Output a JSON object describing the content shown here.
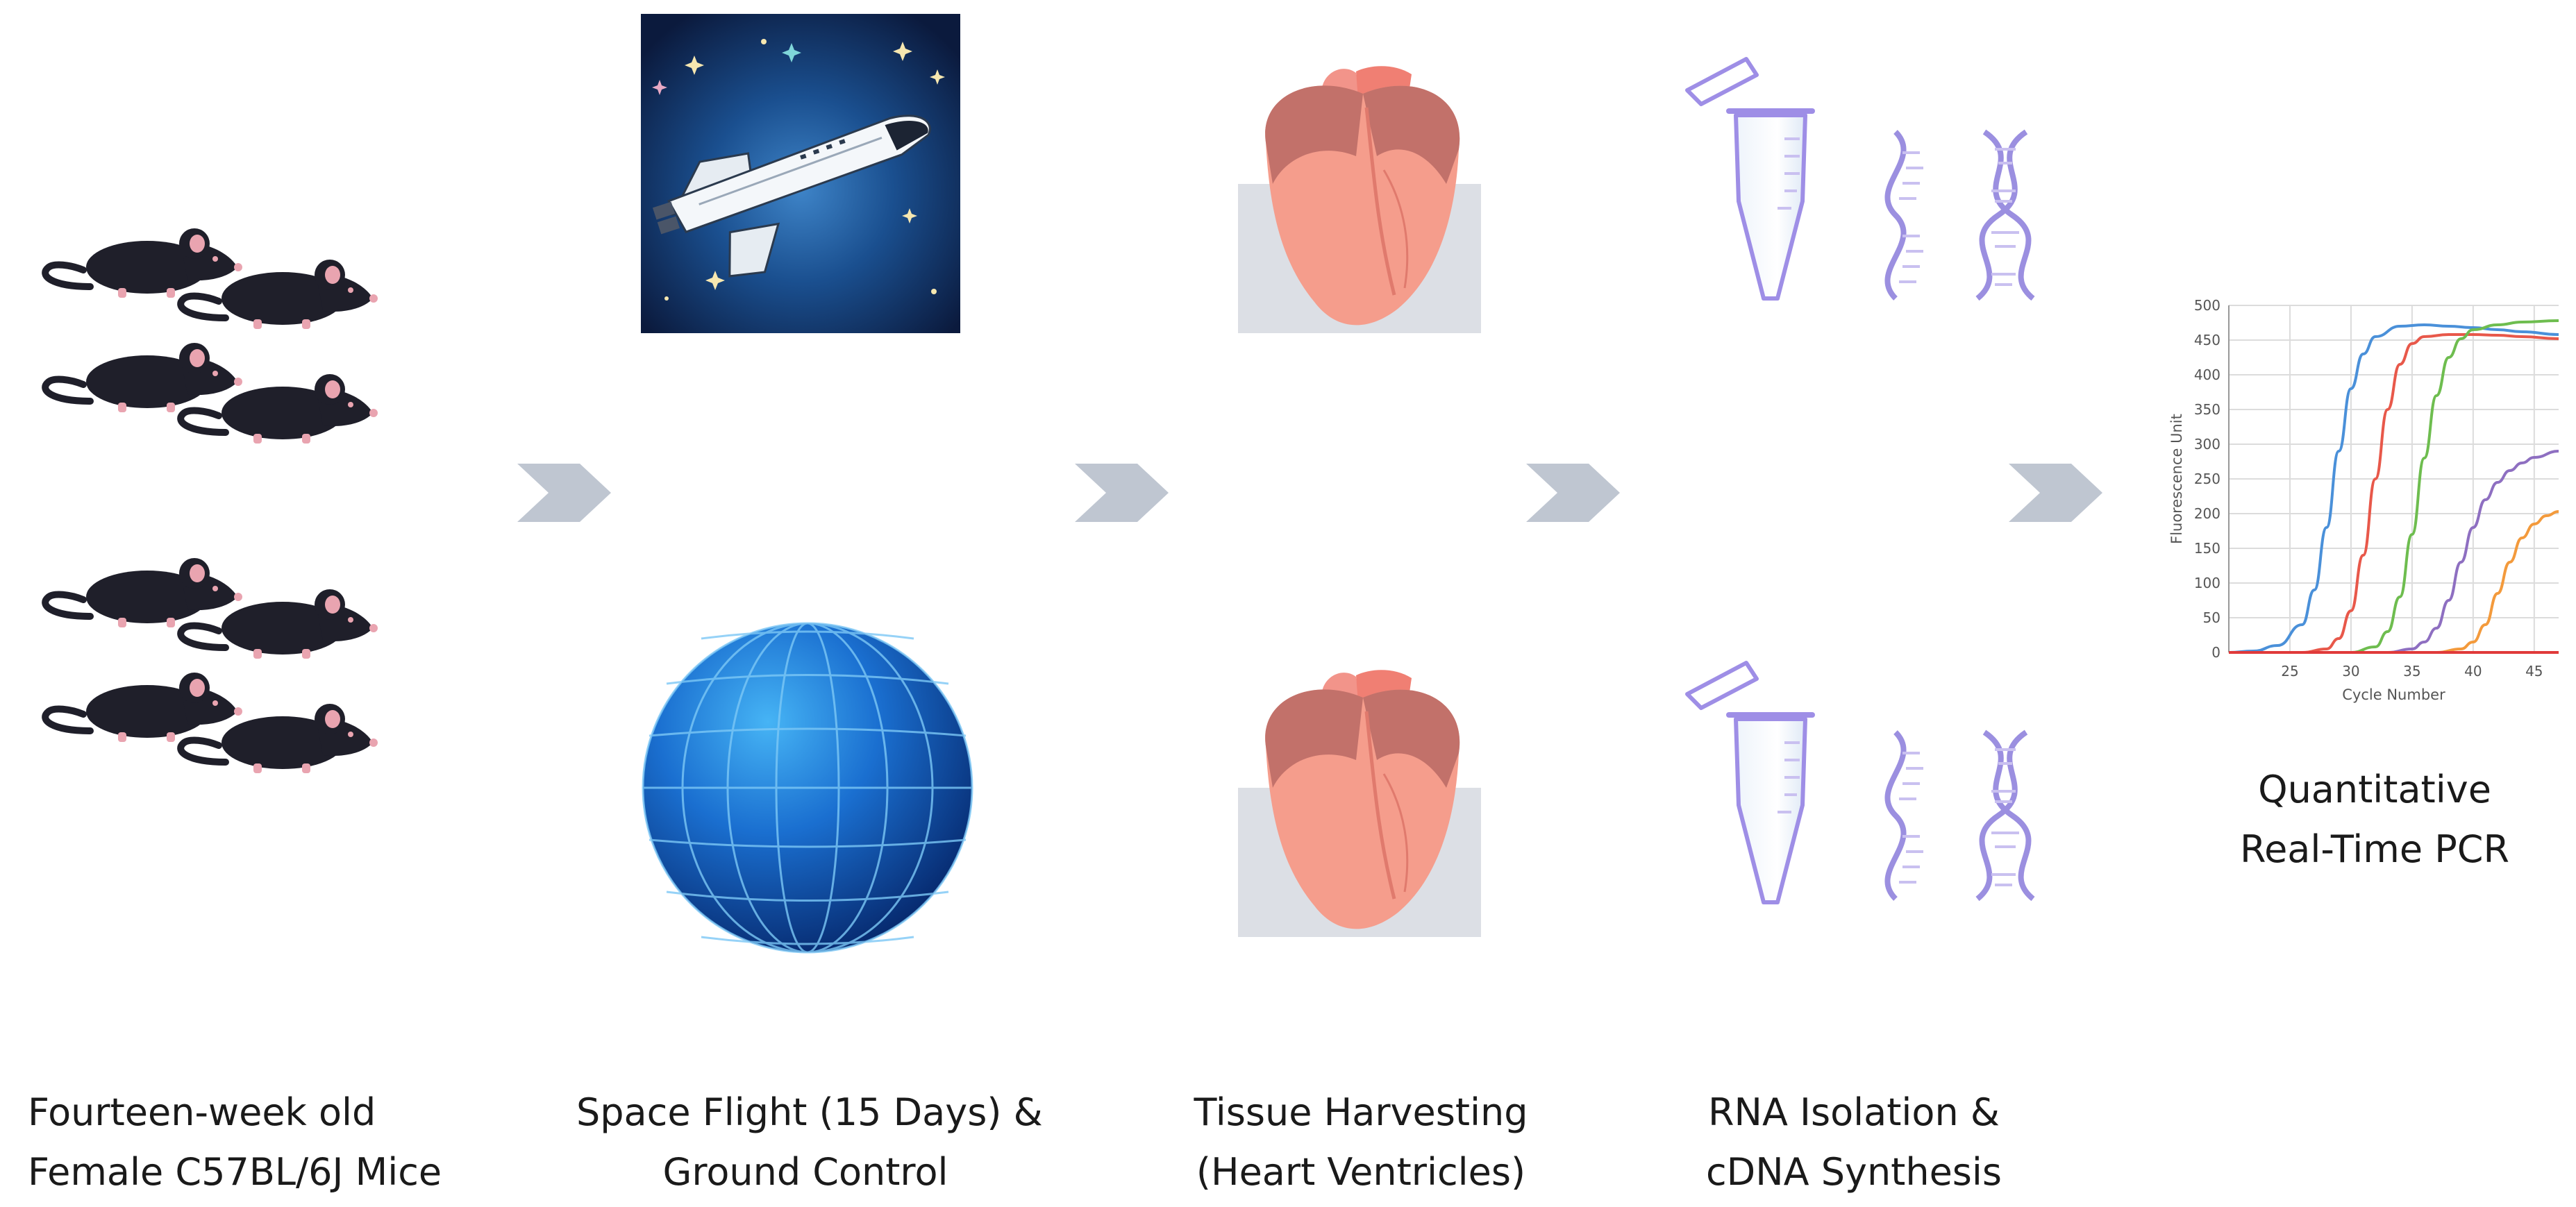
{
  "steps": [
    {
      "line1": "Fourteen-week old",
      "line2": "Female C57BL/6J Mice"
    },
    {
      "line1": "Space Flight (15 Days) &",
      "line2": "Ground Control"
    },
    {
      "line1": "Tissue Harvesting",
      "line2": "(Heart Ventricles)"
    },
    {
      "line1": "RNA Isolation &",
      "line2": "cDNA Synthesis"
    },
    {
      "line1": "Quantitative",
      "line2": "Real-Time PCR"
    }
  ],
  "colors": {
    "chevron": "#bfc6d1",
    "mouse": "#1f1f2a",
    "space_bg": "#0f2a5c",
    "globe": "#1b74c9",
    "heart": "#f59d8c",
    "heart_dark": "#b86a64",
    "tube": "#9e8ee6",
    "dna": "#9b8fe0",
    "tissue_block": "#dcdfe5"
  },
  "icons": [
    "mouse-icon",
    "space-shuttle-icon",
    "globe-icon",
    "heart-icon",
    "tube-icon",
    "dna-icon",
    "chevron-icon"
  ],
  "chart_data": {
    "type": "line",
    "xlabel": "Cycle Number",
    "ylabel": "Fluorescence Unit",
    "xlim": [
      20,
      47
    ],
    "ylim": [
      0,
      500
    ],
    "x_ticks": [
      25,
      30,
      35,
      40,
      45
    ],
    "y_ticks": [
      0,
      50,
      100,
      150,
      200,
      250,
      300,
      350,
      400,
      450,
      500
    ],
    "grid": true,
    "series": [
      {
        "color": "#4a90d9",
        "x": [
          20,
          22,
          24,
          26,
          27,
          28,
          29,
          30,
          31,
          32,
          34,
          36,
          38,
          40,
          42,
          44,
          47
        ],
        "y": [
          0,
          2,
          10,
          40,
          90,
          180,
          290,
          380,
          430,
          455,
          470,
          472,
          470,
          468,
          465,
          462,
          458
        ]
      },
      {
        "color": "#e8584a",
        "x": [
          20,
          26,
          28,
          29,
          30,
          31,
          32,
          33,
          34,
          35,
          36,
          38,
          40,
          42,
          44,
          47
        ],
        "y": [
          0,
          0,
          5,
          20,
          60,
          140,
          250,
          350,
          415,
          445,
          455,
          458,
          458,
          457,
          455,
          452
        ]
      },
      {
        "color": "#6ebd4f",
        "x": [
          20,
          30,
          32,
          33,
          34,
          35,
          36,
          37,
          38,
          39,
          40,
          42,
          44,
          47
        ],
        "y": [
          0,
          0,
          8,
          30,
          80,
          170,
          280,
          370,
          425,
          452,
          465,
          472,
          476,
          478
        ]
      },
      {
        "color": "#8e6fc1",
        "x": [
          20,
          33,
          35,
          36,
          37,
          38,
          39,
          40,
          41,
          42,
          43,
          44,
          45,
          47
        ],
        "y": [
          0,
          0,
          5,
          15,
          35,
          75,
          130,
          180,
          220,
          245,
          262,
          273,
          281,
          290
        ]
      },
      {
        "color": "#f39a3c",
        "x": [
          20,
          37,
          39,
          40,
          41,
          42,
          43,
          44,
          45,
          46,
          47
        ],
        "y": [
          0,
          0,
          5,
          15,
          40,
          85,
          130,
          165,
          185,
          197,
          203
        ]
      },
      {
        "color": "#e03a3a",
        "x": [
          20,
          47
        ],
        "y": [
          0,
          0
        ]
      }
    ]
  }
}
